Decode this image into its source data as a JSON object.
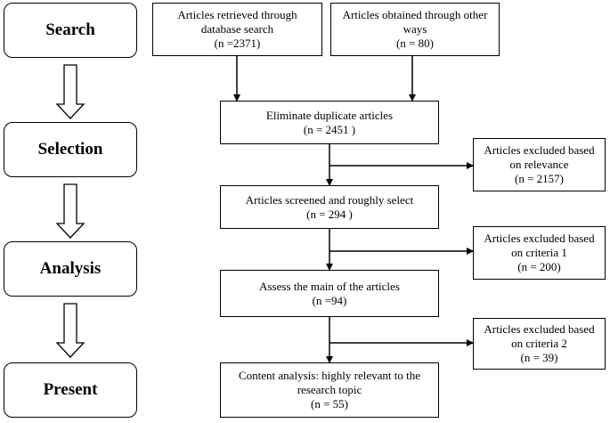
{
  "stages": [
    "Search",
    "Selection",
    "Analysis",
    "Present"
  ],
  "boxes": {
    "db_search": {
      "line1": "Articles retrieved through",
      "line2": "database search",
      "line3": "(n =2371)"
    },
    "other_ways": {
      "line1": "Articles obtained through other",
      "line2": "ways",
      "line3": "(n =  80)"
    },
    "eliminate": {
      "line1": "Eliminate duplicate articles",
      "line2": "(n =  2451 )"
    },
    "screened": {
      "line1": "Articles screened and roughly select",
      "line2": "(n =  294 )"
    },
    "assess": {
      "line1": "Assess the main of the articles",
      "line2": "(n =94)"
    },
    "content": {
      "line1": "Content analysis: highly relevant to the",
      "line2": "research topic",
      "line3": "(n = 55)"
    },
    "excl_relevance": {
      "line1": "Articles excluded based",
      "line2": "on relevance",
      "line3": "(n = 2157)"
    },
    "excl_criteria1": {
      "line1": "Articles excluded based",
      "line2": "on criteria  1",
      "line3": "(n = 200)"
    },
    "excl_criteria2": {
      "line1": "Articles excluded based",
      "line2": "on criteria  2",
      "line3": "(n = 39)"
    }
  }
}
